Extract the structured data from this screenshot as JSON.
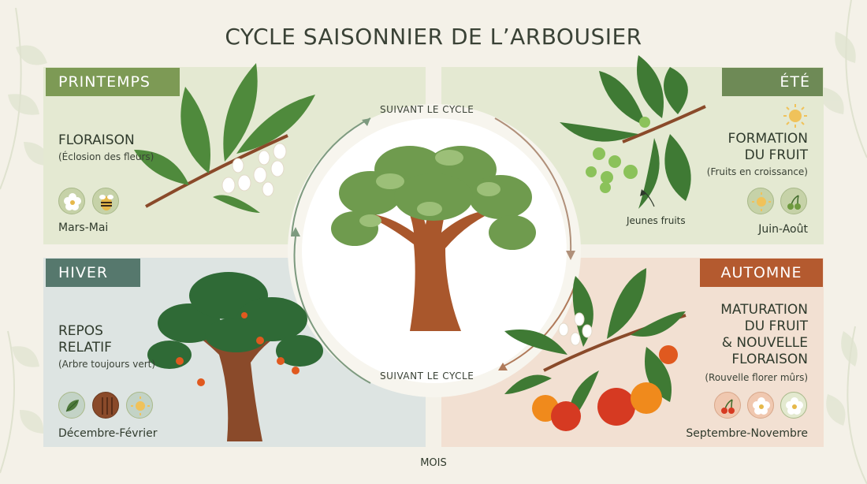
{
  "title": "CYCLE SAISONNIER DE L’ARBOUSIER",
  "ring": {
    "label_top": "SUIVANT LE CYCLE",
    "label_bottom": "SUIVANT LE CYCLE"
  },
  "axis_label": "MOIS",
  "seasons": {
    "spring": {
      "tag": "PRINTEMPS",
      "heading": "FLORAISON",
      "sub": "(Éclosion des fleurs)",
      "months": "Mars-Mai",
      "icons": [
        "flower-icon",
        "bee-icon"
      ]
    },
    "summer": {
      "tag": "ÉTÉ",
      "heading_line1": "FORMATION",
      "heading_line2": "DU FRUIT",
      "sub": "(Fruits en croissance)",
      "months": "Juin-Août",
      "annotation": "Jeunes fruits",
      "icons": [
        "sun-icon",
        "sun-icon",
        "cherries-icon"
      ]
    },
    "winter": {
      "tag": "HIVER",
      "heading_line1": "REPOS",
      "heading_line2": "RELATIF",
      "sub": "(Arbre toujours vert)",
      "months": "Décembre-Février",
      "icons": [
        "leaf-icon",
        "bark-icon",
        "sun-icon"
      ]
    },
    "autumn": {
      "tag": "AUTOMNE",
      "heading_line1": "MATURATION",
      "heading_line2": "DU FRUIT",
      "heading_line3": "& NOUVELLE",
      "heading_line4": "FLORAISON",
      "sub": "(Rouvelle florer mûrs)",
      "months": "Septembre-Novembre",
      "icons": [
        "cherries-icon",
        "flower-icon",
        "flower-icon"
      ]
    }
  },
  "colors": {
    "spring": "#7d9a55",
    "summer": "#6e8a56",
    "winter": "#56786d",
    "autumn": "#b45a2f",
    "fruit_ripe": "#d63a22",
    "fruit_orange": "#f08a1c"
  }
}
